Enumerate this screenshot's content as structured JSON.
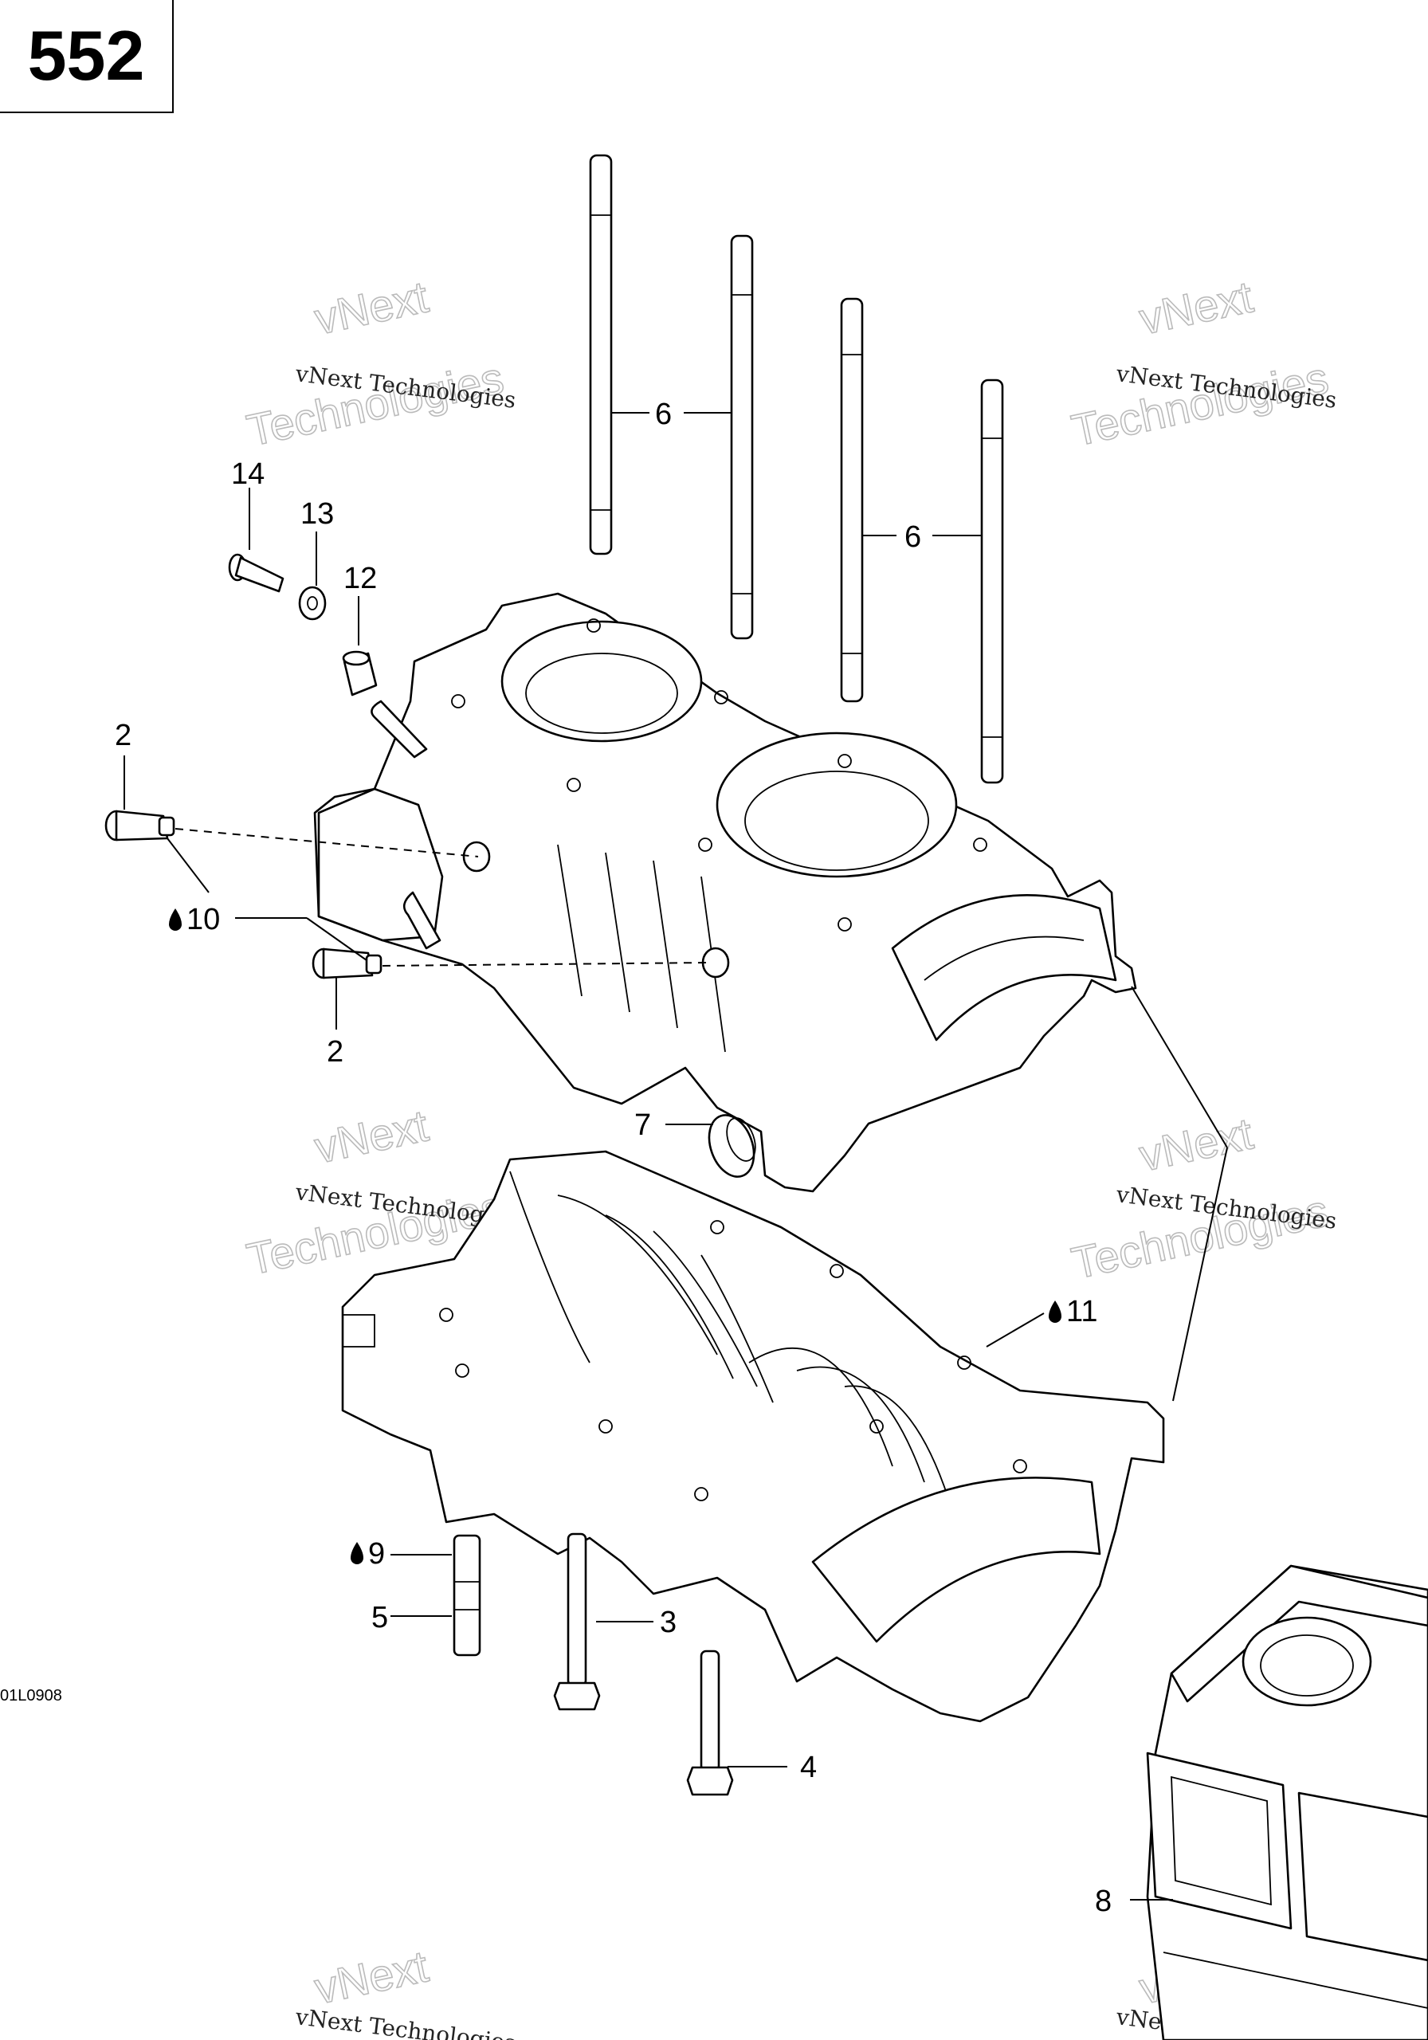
{
  "page_number": "552",
  "reference_code": "01L0908",
  "watermark": {
    "line1": "vNext Technologies",
    "line2a": "vNext",
    "line2b": "Technologies"
  },
  "callouts": {
    "c14": "14",
    "c13": "13",
    "c12": "12",
    "c2_top": "2",
    "c2_bottom": "2",
    "c10": "10",
    "c6_left": "6",
    "c6_right": "6",
    "c7": "7",
    "c11": "11",
    "c9": "9",
    "c5": "5",
    "c3": "3",
    "c4": "4",
    "c8": "8"
  },
  "icons": {
    "oil_drop": "oil-drop-icon"
  }
}
